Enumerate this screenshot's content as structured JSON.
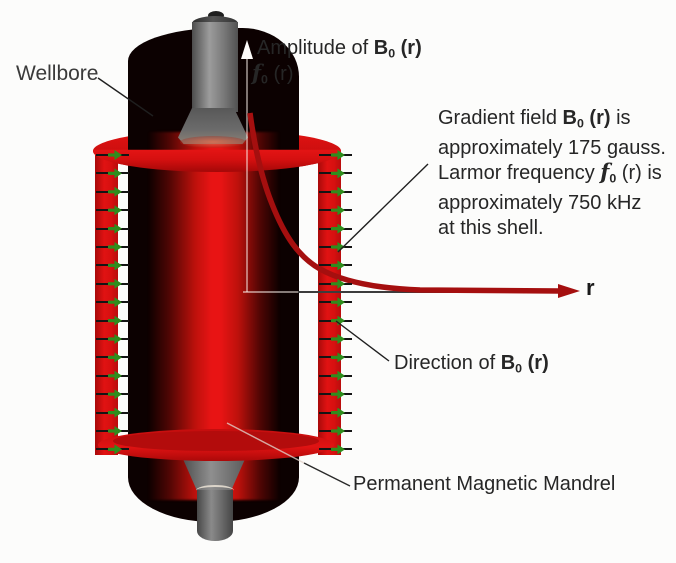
{
  "diagram": {
    "description_labels": {
      "wellbore": "Wellbore",
      "mandrel": "Permanent Magnetic Mandrel",
      "r_axis": "r"
    },
    "amplitude_axis": {
      "pre": "Amplitude of ",
      "B": "B",
      "Bsub": "0",
      "Bpost": " (r)"
    },
    "freq_axis": {
      "f": "f",
      "fsub": "0",
      "post": " (r)"
    },
    "direction": {
      "pre": "Direction of ",
      "B": "B",
      "Bsub": "0",
      "Bpost": " (r)"
    },
    "annotation": {
      "line1": {
        "pre": "Gradient field ",
        "B": "B",
        "Bsub": "0",
        "Bpost": " (r)",
        "tail": " is"
      },
      "line2": "approximately 175 gauss.",
      "line3": {
        "pre": "Larmor frequency ",
        "f": "f",
        "fsub": "0",
        "tail": " (r) is"
      },
      "line4": "approximately 750 kHz",
      "line5": "at this shell."
    },
    "values": {
      "gradient_field_gauss": 175,
      "larmor_frequency_khz": 750
    },
    "coil": {
      "green_arrows_per_bar": 17
    },
    "colors": {
      "coil_red": "#e01212",
      "curve_red": "#a50f0f",
      "arrow_green": "#2f8d1d",
      "glow_red": "#e81414",
      "background": "#fcfcfb"
    }
  }
}
